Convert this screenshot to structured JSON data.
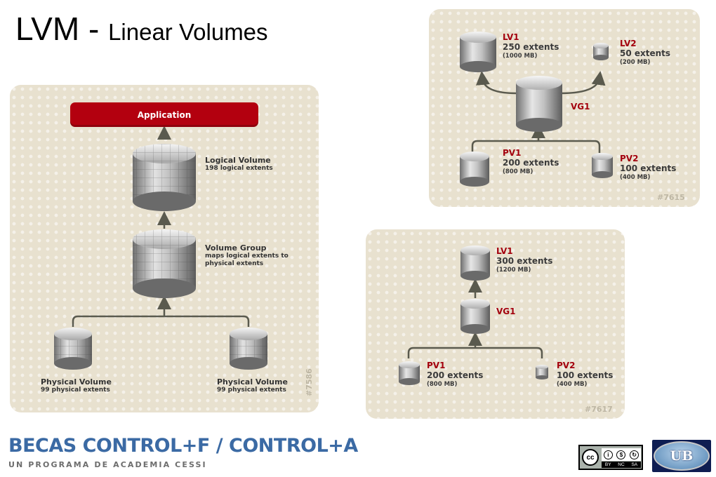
{
  "slide": {
    "title_main": "LVM - ",
    "title_sub": "Linear Volumes"
  },
  "diagram1": {
    "application_label": "Application",
    "logical_volume": {
      "title": "Logical Volume",
      "subtitle": "198 logical extents"
    },
    "volume_group": {
      "title": "Volume Group",
      "subtitle_line1": "maps logical extents to",
      "subtitle_line2": "physical extents"
    },
    "physical_volume_left": {
      "title": "Physical Volume",
      "subtitle": "99 physical extents"
    },
    "physical_volume_right": {
      "title": "Physical Volume",
      "subtitle": "99 physical extents"
    },
    "figure_id": "#7586"
  },
  "diagram2": {
    "lv1": {
      "name": "LV1",
      "extents": "250 extents",
      "size": "(1000 MB)"
    },
    "lv2": {
      "name": "LV2",
      "extents": "50 extents",
      "size": "(200 MB)"
    },
    "vg1": {
      "name": "VG1"
    },
    "pv1": {
      "name": "PV1",
      "extents": "200 extents",
      "size": "(800 MB)"
    },
    "pv2": {
      "name": "PV2",
      "extents": "100 extents",
      "size": "(400 MB)"
    },
    "figure_id": "#7615"
  },
  "diagram3": {
    "lv1": {
      "name": "LV1",
      "extents": "300 extents",
      "size": "(1200 MB)"
    },
    "vg1": {
      "name": "VG1"
    },
    "pv1": {
      "name": "PV1",
      "extents": "200 extents",
      "size": "(800 MB)"
    },
    "pv2": {
      "name": "PV2",
      "extents": "100 extents",
      "size": "(400 MB)"
    },
    "figure_id": "#7617"
  },
  "footer": {
    "program_title": "BECAS CONTROL+F / CONTROL+A",
    "program_subtitle": "UN PROGRAMA DE ACADEMIA CESSI",
    "license_symbol": "cc",
    "license_terms": [
      "BY",
      "NC",
      "SA"
    ],
    "logo_text": "UB"
  },
  "colors": {
    "accent_red": "#b3000f",
    "label_red": "#a3000d",
    "panel_bg": "#e8e1cf",
    "footer_blue": "#3b6aa4"
  }
}
